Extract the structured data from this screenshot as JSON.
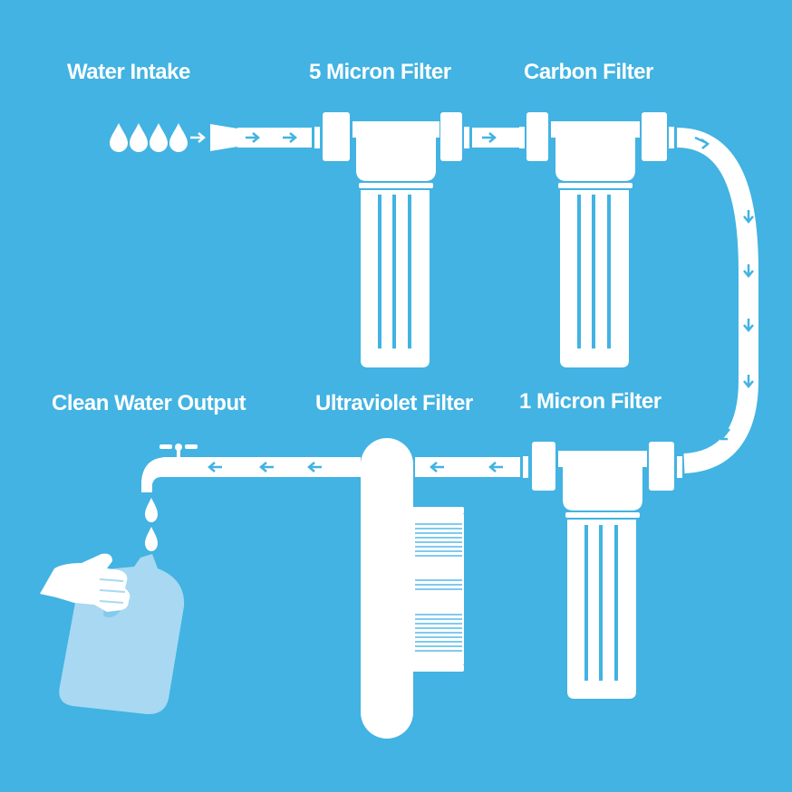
{
  "labels": {
    "water_intake": "Water Intake",
    "five_micron": "5 Micron Filter",
    "carbon": "Carbon Filter",
    "clean_output": "Clean Water Output",
    "ultraviolet": "Ultraviolet Filter",
    "one_micron": "1 Micron Filter"
  },
  "colors": {
    "background": "#42b3e2",
    "pipe": "#ffffff",
    "arrow": "#42b3e2",
    "bottle": "#a8d8f2"
  },
  "icons": [
    "water-drop-icon",
    "arrow-right-icon",
    "arrow-down-icon",
    "arrow-left-icon",
    "faucet-icon",
    "hand-icon",
    "water-bottle-icon"
  ]
}
